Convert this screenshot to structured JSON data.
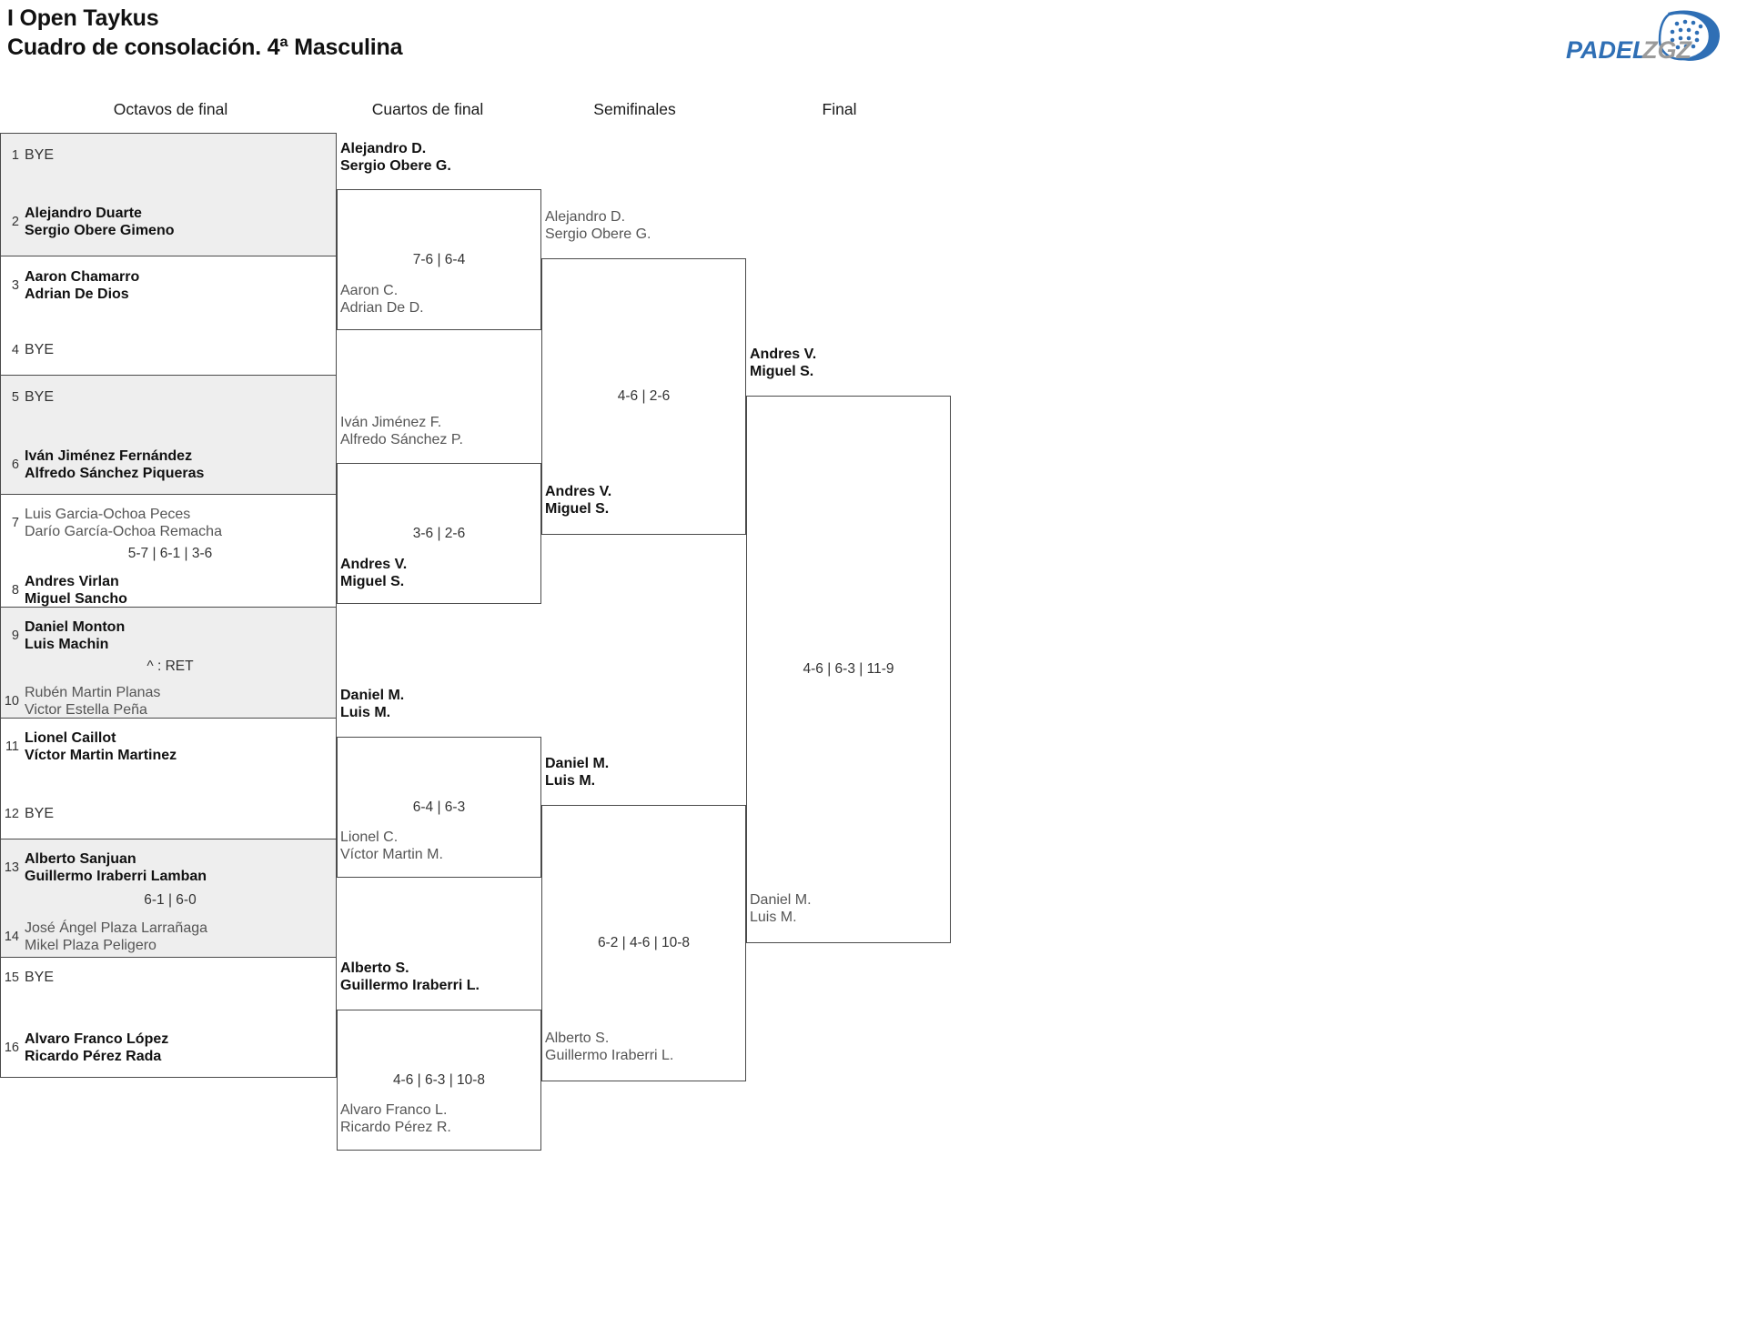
{
  "header": {
    "title": "I Open Taykus",
    "subtitle": "Cuadro de consolación. 4ª Masculina",
    "logo": {
      "brand_primary": "PADEL",
      "brand_secondary": "ZGZ",
      "color_primary": "#2f6fb5",
      "color_secondary": "#9a9a9a"
    }
  },
  "rounds": [
    {
      "label": "Octavos de final"
    },
    {
      "label": "Cuartos de final"
    },
    {
      "label": "Semifinales"
    },
    {
      "label": "Final"
    }
  ],
  "bracket": {
    "round1": {
      "pairs": [
        {
          "shaded": true,
          "top": {
            "seed": "1",
            "line1": "BYE",
            "line2": "",
            "status": "bye"
          },
          "bottom": {
            "seed": "2",
            "line1": "Alejandro Duarte",
            "line2": "Sergio Obere Gimeno",
            "status": "win"
          },
          "score": ""
        },
        {
          "shaded": false,
          "top": {
            "seed": "3",
            "line1": "Aaron Chamarro",
            "line2": "Adrian De Dios",
            "status": "win"
          },
          "bottom": {
            "seed": "4",
            "line1": "BYE",
            "line2": "",
            "status": "bye"
          },
          "score": ""
        },
        {
          "shaded": true,
          "top": {
            "seed": "5",
            "line1": "BYE",
            "line2": "",
            "status": "bye"
          },
          "bottom": {
            "seed": "6",
            "line1": "Iván Jiménez Fernández",
            "line2": "Alfredo Sánchez Piqueras",
            "status": "win"
          },
          "score": ""
        },
        {
          "shaded": false,
          "top": {
            "seed": "7",
            "line1": "Luis Garcia-Ochoa Peces",
            "line2": "Darío García-Ochoa Remacha",
            "status": "lose"
          },
          "bottom": {
            "seed": "8",
            "line1": "Andres Virlan",
            "line2": "Miguel Sancho",
            "status": "win"
          },
          "score": "5-7 | 6-1 | 3-6"
        },
        {
          "shaded": true,
          "top": {
            "seed": "9",
            "line1": "Daniel Monton",
            "line2": "Luis Machin",
            "status": "win"
          },
          "bottom": {
            "seed": "10",
            "line1": "Rubén Martin Planas",
            "line2": "Victor Estella Peña",
            "status": "lose"
          },
          "score": "^ : RET"
        },
        {
          "shaded": false,
          "top": {
            "seed": "11",
            "line1": "Lionel Caillot",
            "line2": "Víctor Martin Martinez",
            "status": "win"
          },
          "bottom": {
            "seed": "12",
            "line1": "BYE",
            "line2": "",
            "status": "bye"
          },
          "score": ""
        },
        {
          "shaded": true,
          "top": {
            "seed": "13",
            "line1": "Alberto Sanjuan",
            "line2": "Guillermo Iraberri Lamban",
            "status": "win"
          },
          "bottom": {
            "seed": "14",
            "line1": "José Ángel Plaza Larrañaga",
            "line2": "Mikel Plaza Peligero",
            "status": "lose"
          },
          "score": "6-1 | 6-0"
        },
        {
          "shaded": false,
          "top": {
            "seed": "15",
            "line1": "BYE",
            "line2": "",
            "status": "bye"
          },
          "bottom": {
            "seed": "16",
            "line1": "Alvaro Franco López",
            "line2": "Ricardo Pérez Rada",
            "status": "win"
          },
          "score": ""
        }
      ]
    },
    "round2": {
      "matches": [
        {
          "winner": {
            "line1": "Alejandro D.",
            "line2": "Sergio Obere G."
          },
          "loser": {
            "line1": "Aaron C.",
            "line2": "Adrian De D."
          },
          "score": "7-6 | 6-4"
        },
        {
          "winner": {
            "line1": "Andres V.",
            "line2": "Miguel S."
          },
          "loser": {
            "line1": "Iván Jiménez F.",
            "line2": "Alfredo Sánchez P."
          },
          "score": "3-6 | 2-6"
        },
        {
          "winner": {
            "line1": "Daniel M.",
            "line2": "Luis M."
          },
          "loser": {
            "line1": "Lionel C.",
            "line2": "Víctor Martin M."
          },
          "score": "6-4 | 6-3"
        },
        {
          "winner": {
            "line1": "Alberto S.",
            "line2": "Guillermo Iraberri L."
          },
          "loser": {
            "line1": "Alvaro Franco L.",
            "line2": "Ricardo Pérez R."
          },
          "score": "4-6 | 6-3 | 10-8"
        }
      ]
    },
    "round3": {
      "matches": [
        {
          "winner": {
            "line1": "Andres V.",
            "line2": "Miguel S."
          },
          "loser": {
            "line1": "Alejandro D.",
            "line2": "Sergio Obere G."
          },
          "score": "4-6 | 2-6"
        },
        {
          "winner": {
            "line1": "Daniel M.",
            "line2": "Luis M."
          },
          "loser": {
            "line1": "Alberto S.",
            "line2": "Guillermo Iraberri L."
          },
          "score": "6-2 | 4-6 | 10-8"
        }
      ]
    },
    "round4": {
      "matches": [
        {
          "winner": {
            "line1": "Andres V.",
            "line2": "Miguel S."
          },
          "loser": {
            "line1": "Daniel M.",
            "line2": "Luis M."
          },
          "score": "4-6 | 6-3 | 11-9"
        }
      ]
    }
  }
}
